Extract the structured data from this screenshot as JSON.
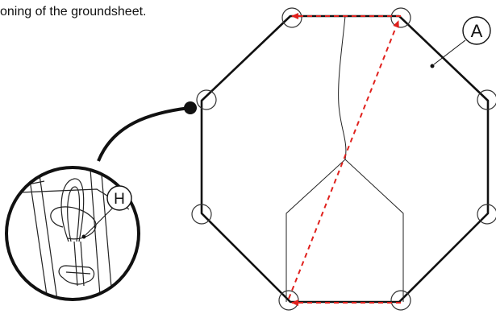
{
  "caption": "oning of the groundsheet.",
  "labels": {
    "groundsheet": "A",
    "hook": "H"
  },
  "colors": {
    "outline": "#111111",
    "arrow": "#e0201c",
    "background": "#ffffff"
  },
  "icons": {
    "stake_ring": "circle",
    "attach_point": "filled-dot"
  }
}
